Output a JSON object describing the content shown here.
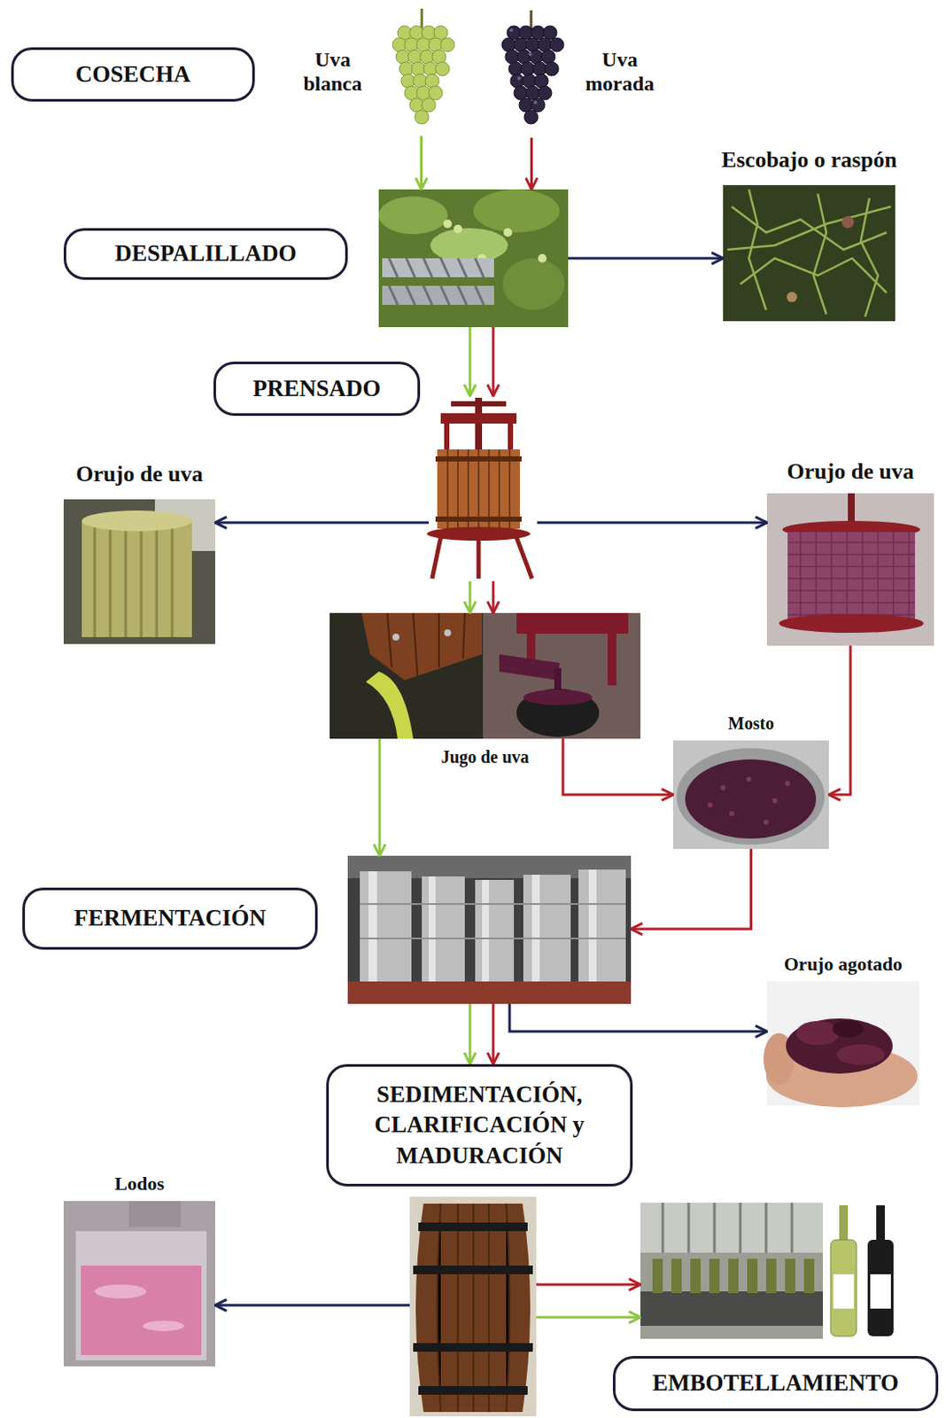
{
  "diagram": {
    "nodes": [
      {
        "text": [
          "COSECHA"
        ]
      },
      {
        "text": [
          "Uva blanca"
        ]
      },
      {
        "text": [
          "Uva morada"
        ]
      },
      {
        "text": [
          "DESPALILLADO"
        ]
      },
      {
        "text": [
          "Escobajo o raspón"
        ]
      },
      {
        "text": [
          "PRENSADO"
        ]
      },
      {
        "text": [
          "Orujo de uva"
        ]
      },
      {
        "text": [
          "Orujo de uva"
        ]
      },
      {
        "text": [
          "Jugo de uva"
        ]
      },
      {
        "text": [
          "Mosto"
        ]
      },
      {
        "text": [
          "FERMENTACIÓN"
        ]
      },
      {
        "text": [
          "Orujo agotado"
        ]
      },
      {
        "text": [
          "SEDIMENTACIÓN, CLARIFICACIÓN y MADURACIÓN"
        ]
      },
      {
        "text": [
          "Lodos"
        ]
      },
      {
        "text": [
          "EMBOTELLAMIENTO"
        ]
      }
    ],
    "edges": [
      {
        "from": 1,
        "to": 3,
        "arrow": "to"
      },
      {
        "from": 2,
        "to": 3,
        "arrow": "to"
      },
      {
        "from": 3,
        "to": 4,
        "arrow": "to"
      },
      {
        "from": 3,
        "to": 5,
        "arrow": "to"
      },
      {
        "from": 3,
        "to": 5,
        "arrow": "to"
      },
      {
        "from": 5,
        "to": 6,
        "arrow": "to"
      },
      {
        "from": 5,
        "to": 7,
        "arrow": "to"
      },
      {
        "from": 5,
        "to": 8,
        "arrow": "to"
      },
      {
        "from": 5,
        "to": 8,
        "arrow": "to"
      },
      {
        "from": 8,
        "to": 10,
        "arrow": "to"
      },
      {
        "from": 8,
        "to": 9,
        "arrow": "to"
      },
      {
        "from": 7,
        "to": 9,
        "arrow": "to"
      },
      {
        "from": 9,
        "to": 10,
        "arrow": "to"
      },
      {
        "from": 10,
        "to": 12,
        "arrow": "to"
      },
      {
        "from": 10,
        "to": 12,
        "arrow": "to"
      },
      {
        "from": 10,
        "to": 11,
        "arrow": "to"
      },
      {
        "from": 12,
        "to": 13,
        "arrow": "to"
      },
      {
        "from": 12,
        "to": 14,
        "arrow": "to"
      },
      {
        "from": 12,
        "to": 14,
        "arrow": "to"
      }
    ]
  }
}
